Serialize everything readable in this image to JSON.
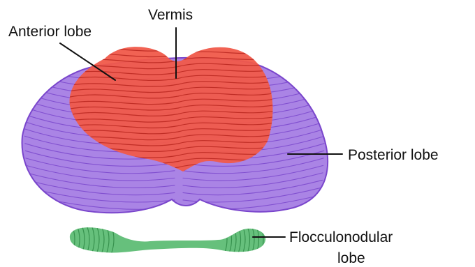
{
  "diagram": {
    "labels": {
      "vermis": "Vermis",
      "anterior_lobe": "Anterior lobe",
      "posterior_lobe": "Posterior lobe",
      "flocculonodular_line1": "Flocculonodular",
      "flocculonodular_line2": "lobe"
    },
    "colors": {
      "posterior": "#9b6ee0",
      "posterior_fold": "#7a46cc",
      "anterior": "#f05a4a",
      "anterior_fold": "#b8261e",
      "flocculonodular": "#55b96e",
      "flocculonodular_fold": "#2f8a47",
      "leader": "#111111"
    }
  }
}
